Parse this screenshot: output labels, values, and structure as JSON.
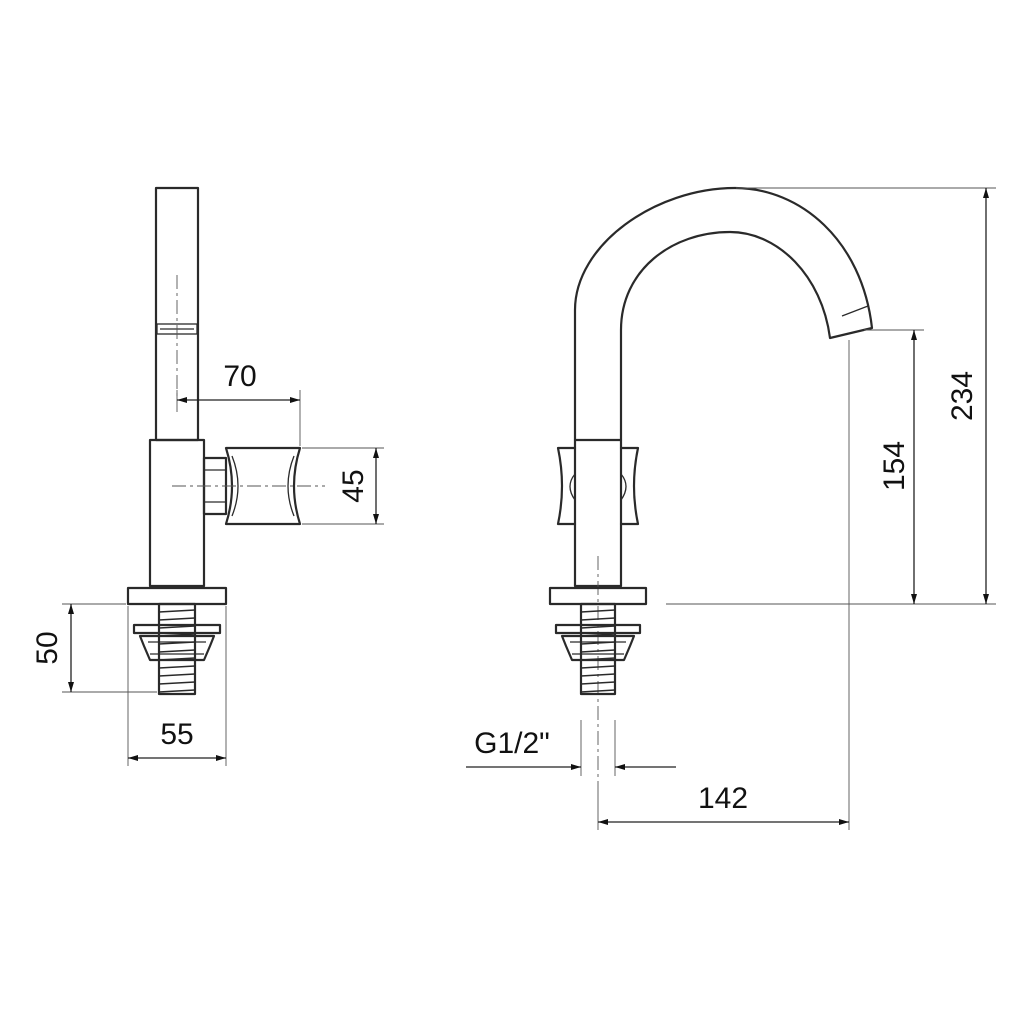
{
  "colors": {
    "line": "#2a2a2a",
    "background": "#ffffff"
  },
  "dimensions": {
    "handle_reach": "70",
    "handle_height": "45",
    "shank_length": "50",
    "base_width": "55",
    "thread_size": "G1/2\"",
    "spout_reach": "142",
    "spout_outlet_height": "154",
    "total_height": "234"
  }
}
